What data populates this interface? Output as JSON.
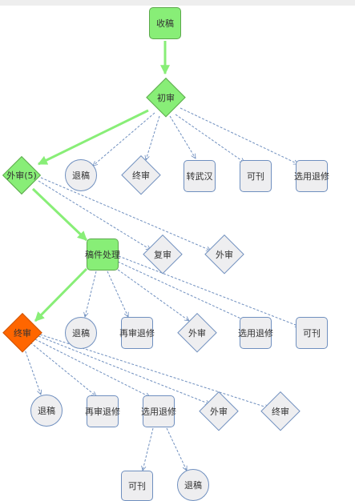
{
  "nodes": {
    "n_shougao": "收稿",
    "n_chushen": "初审",
    "n_waishen5": "外审(5)",
    "n_tuigao1": "退稿",
    "n_zhongshen1": "终审",
    "n_zhuanwuhan": "转武汉",
    "n_kekan1": "可刊",
    "n_xuanyong1": "选用退修",
    "n_gaojian": "稿件处理",
    "n_fushen": "复审",
    "n_waishen1": "外审",
    "n_zhongshen2": "终审",
    "n_tuigao2": "退稿",
    "n_zaishen1": "再审退修",
    "n_waishen2": "外审",
    "n_xuanyong2": "选用退修",
    "n_kekan2": "可刊",
    "n_tuigao3": "退稿",
    "n_zaishen2": "再审退修",
    "n_xuanyong3": "选用退修",
    "n_waishen3": "外审",
    "n_zhongshen3": "终审",
    "n_kekan3": "可刊",
    "n_tuigao4": "退稿"
  },
  "colors": {
    "highlight": "#88ee77",
    "highlight_edge": "#88ee77",
    "final_review": "#ff6600",
    "node_fill": "#eeeef0",
    "node_border": "#6f8fbf",
    "dashed_edge": "#6f8fbf"
  }
}
